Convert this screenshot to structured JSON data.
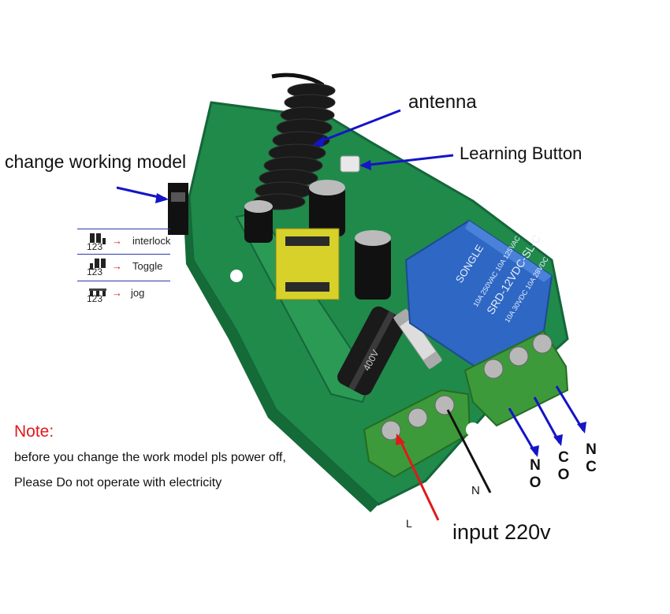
{
  "labels": {
    "antenna": "antenna",
    "learning_button": "Learning Button",
    "change_working_model": "change working model",
    "input": "input 220v",
    "live": "L",
    "neutral": "N"
  },
  "modes": [
    {
      "pins": "123",
      "label": "interlock"
    },
    {
      "pins": "123",
      "label": "Toggle"
    },
    {
      "pins": "123",
      "label": "jog"
    }
  ],
  "terminals": {
    "no": [
      "N",
      "O"
    ],
    "co": [
      "C",
      "O"
    ],
    "nc": [
      "N",
      "C"
    ]
  },
  "note": {
    "title": "Note:",
    "line1": "before you change the work model pls power off,",
    "line2": "Please Do not operate with electricity"
  },
  "relay_text": {
    "brand": "SONGLE",
    "model": "SRD-12VDC-SL-C",
    "rating1": "10A 250VAC 10A 125VAC",
    "rating2": "10A 30VDC 10A 28VDC"
  },
  "capacitor_text": "400V",
  "colors": {
    "pcb": "#1f8a4a",
    "terminal": "#3d9a3a",
    "relay": "#2e67c4",
    "arrow_blue": "#1414c8",
    "arrow_red": "#e0191b",
    "note_red": "#e0191b"
  }
}
